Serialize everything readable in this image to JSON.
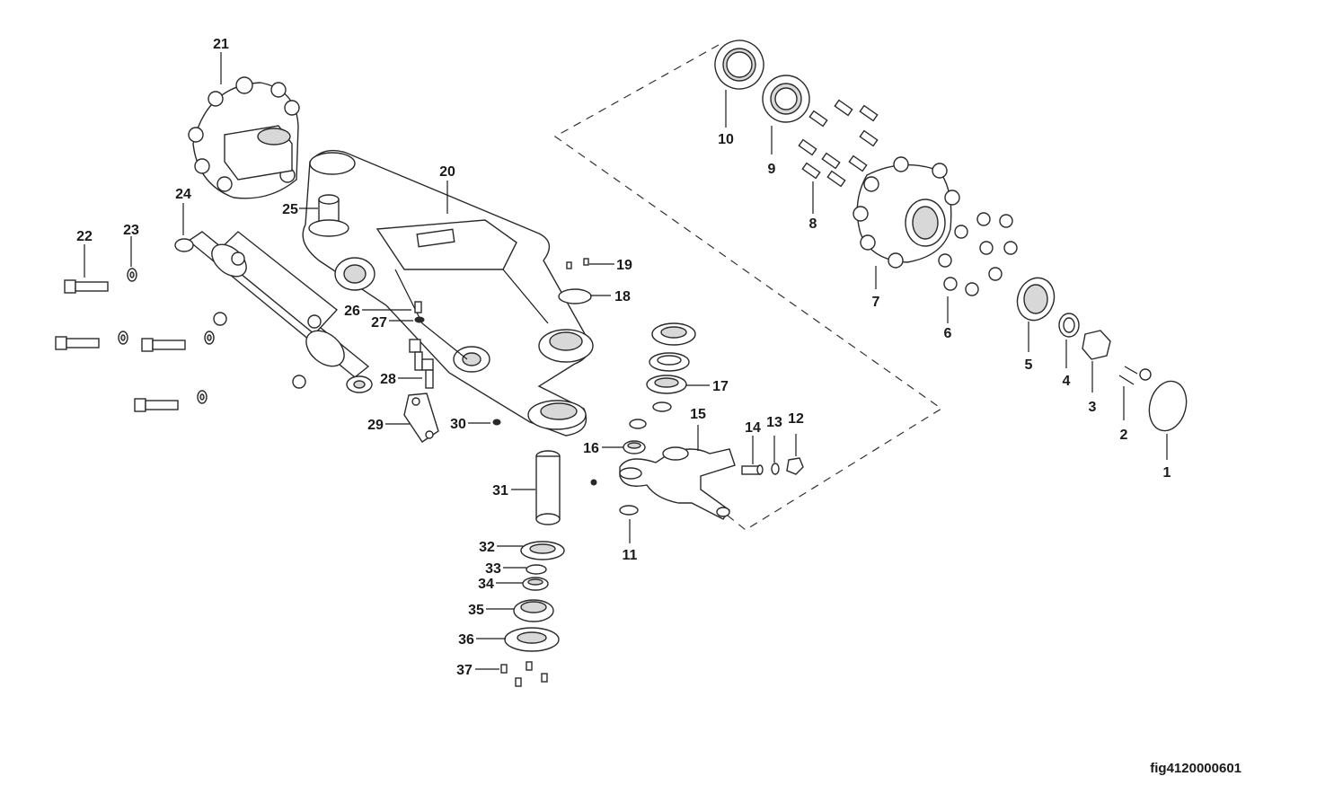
{
  "figure_ref": "fig4120000601",
  "callouts": [
    {
      "n": "1"
    },
    {
      "n": "2"
    },
    {
      "n": "3"
    },
    {
      "n": "4"
    },
    {
      "n": "5"
    },
    {
      "n": "6"
    },
    {
      "n": "7"
    },
    {
      "n": "8"
    },
    {
      "n": "9"
    },
    {
      "n": "10"
    },
    {
      "n": "11"
    },
    {
      "n": "12"
    },
    {
      "n": "13"
    },
    {
      "n": "14"
    },
    {
      "n": "15"
    },
    {
      "n": "16"
    },
    {
      "n": "17"
    },
    {
      "n": "18"
    },
    {
      "n": "19"
    },
    {
      "n": "20"
    },
    {
      "n": "21"
    },
    {
      "n": "22"
    },
    {
      "n": "23"
    },
    {
      "n": "24"
    },
    {
      "n": "25"
    },
    {
      "n": "26"
    },
    {
      "n": "27"
    },
    {
      "n": "28"
    },
    {
      "n": "29"
    },
    {
      "n": "30"
    },
    {
      "n": "31"
    },
    {
      "n": "32"
    },
    {
      "n": "33"
    },
    {
      "n": "34"
    },
    {
      "n": "35"
    },
    {
      "n": "36"
    },
    {
      "n": "37"
    }
  ]
}
